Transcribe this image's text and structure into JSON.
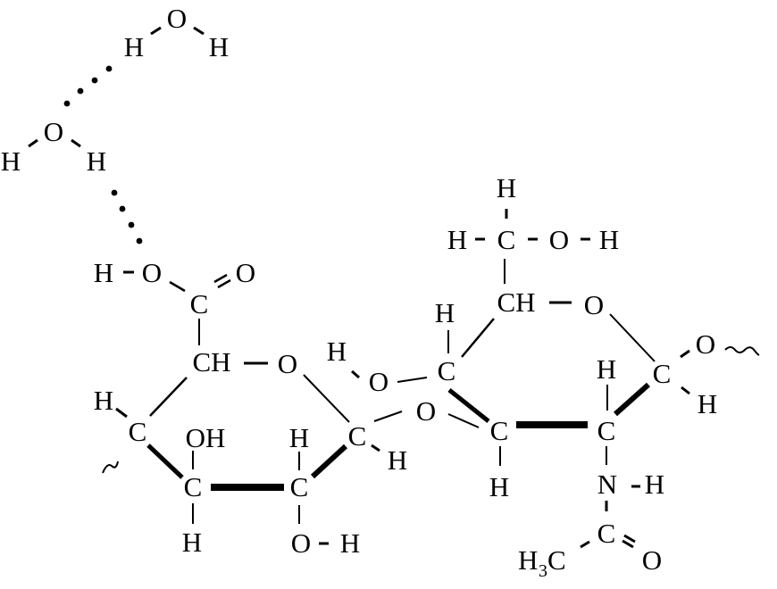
{
  "diagram": {
    "type": "chemical-structure",
    "subject": "disaccharide unit with carboxylic acid hydrogen-bonded to two water molecules",
    "colors": {
      "ink": "#000000",
      "background": "#ffffff"
    },
    "water_molecules": [
      {
        "O": "O",
        "H_left": "H",
        "H_right": "H"
      },
      {
        "O": "O",
        "H_left": "H",
        "H_right": "H"
      }
    ],
    "hydrogen_bonds": [
      "dotted",
      "dotted"
    ],
    "labels": {
      "carboxyl_H": "H",
      "carboxyl_OH_O": "O",
      "carboxyl_C": "C",
      "carboxyl_O_double": "O",
      "ringA_C5": "CH",
      "ringA_O": "O",
      "ringA_C4_H": "H",
      "ringA_C4": "C",
      "ringA_C3_OH": "OH",
      "ringA_C3": "C",
      "ringA_C3_H": "H",
      "ringA_C2_H": "H",
      "ringA_C2": "C",
      "ringA_C2_O": "O",
      "ringA_C2_OH_H": "H",
      "ringA_C1": "C",
      "ringA_C1_H": "H",
      "glycosidic_O": "O",
      "ringB_C4_OH_H": "H",
      "ringB_C4_OH_O": "O",
      "ringB_C4": "C",
      "ringB_C4_H": "H",
      "ringB_C5": "CH",
      "ringB_C6": "C",
      "ringB_C6_H_top": "H",
      "ringB_C6_H_left": "H",
      "ringB_C6_O": "O",
      "ringB_C6_OH_H": "H",
      "ringB_O": "O",
      "ringB_C1": "C",
      "ringB_C1_O": "O",
      "ringB_C1_H": "H",
      "ringB_C2_H": "H",
      "ringB_C2": "C",
      "ringB_C3": "C",
      "ringB_C3_H": "H",
      "amide_N": "N",
      "amide_NH_H": "H",
      "amide_C": "C",
      "amide_O": "O",
      "methyl_H": "H",
      "methyl_sub": "3",
      "methyl_C": "C"
    }
  }
}
